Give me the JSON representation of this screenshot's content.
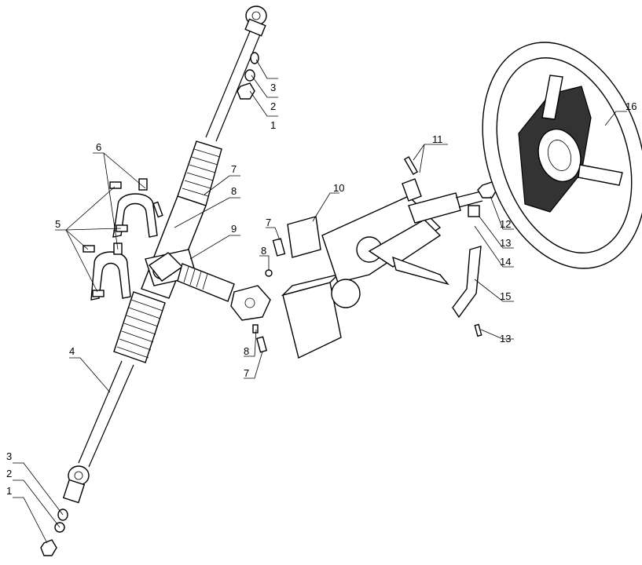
{
  "diagram": {
    "labels": [
      {
        "id": "l1a",
        "text": "3"
      },
      {
        "id": "l1b",
        "text": "2"
      },
      {
        "id": "l1c",
        "text": "1"
      },
      {
        "id": "l6",
        "text": "6"
      },
      {
        "id": "l5",
        "text": "5"
      },
      {
        "id": "l7a",
        "text": "7"
      },
      {
        "id": "l8a",
        "text": "8"
      },
      {
        "id": "l9",
        "text": "9"
      },
      {
        "id": "l4",
        "text": "4"
      },
      {
        "id": "l3b",
        "text": "3"
      },
      {
        "id": "l2b",
        "text": "2"
      },
      {
        "id": "l1d",
        "text": "1"
      },
      {
        "id": "l7b",
        "text": "7"
      },
      {
        "id": "l8b",
        "text": "8"
      },
      {
        "id": "l8c",
        "text": "8"
      },
      {
        "id": "l7c",
        "text": "7"
      },
      {
        "id": "l10",
        "text": "10"
      },
      {
        "id": "l11",
        "text": "11"
      },
      {
        "id": "l12",
        "text": "12"
      },
      {
        "id": "l13a",
        "text": "13"
      },
      {
        "id": "l14",
        "text": "14"
      },
      {
        "id": "l15",
        "text": "15"
      },
      {
        "id": "l13b",
        "text": "13"
      },
      {
        "id": "l16",
        "text": "16"
      }
    ]
  }
}
